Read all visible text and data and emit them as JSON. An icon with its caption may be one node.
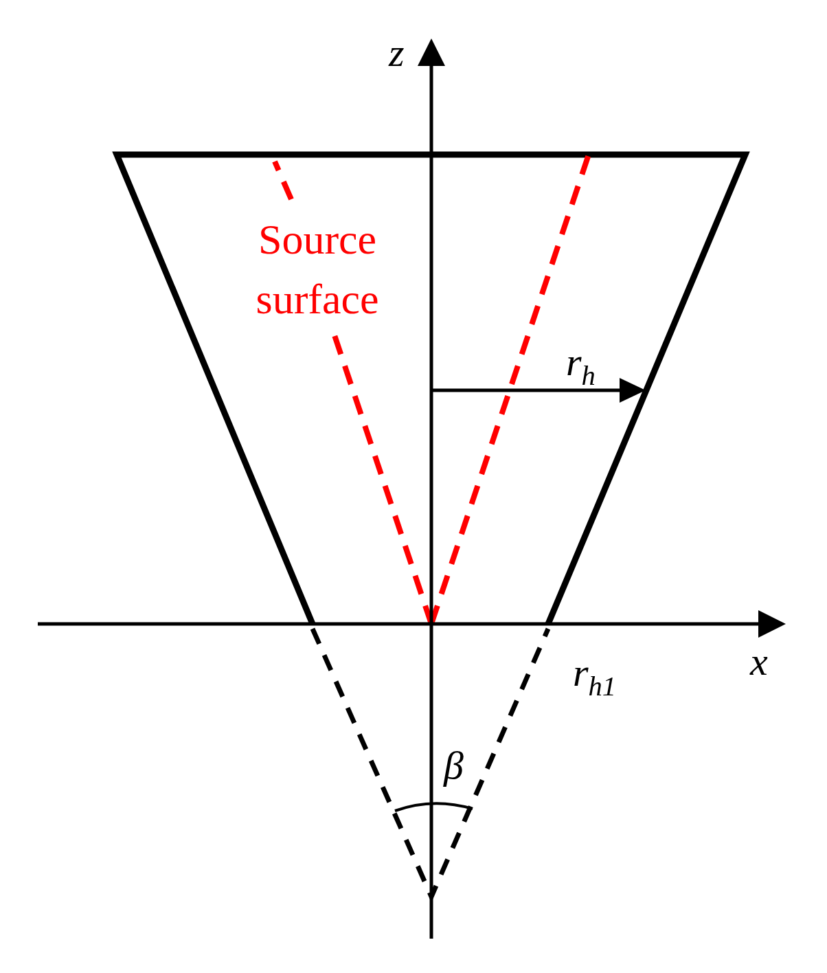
{
  "diagram": {
    "labels": [
      "z",
      "Source surface",
      "r$_{h}$",
      "x",
      "r$_{h1}$",
      "β"
    ]
  }
}
